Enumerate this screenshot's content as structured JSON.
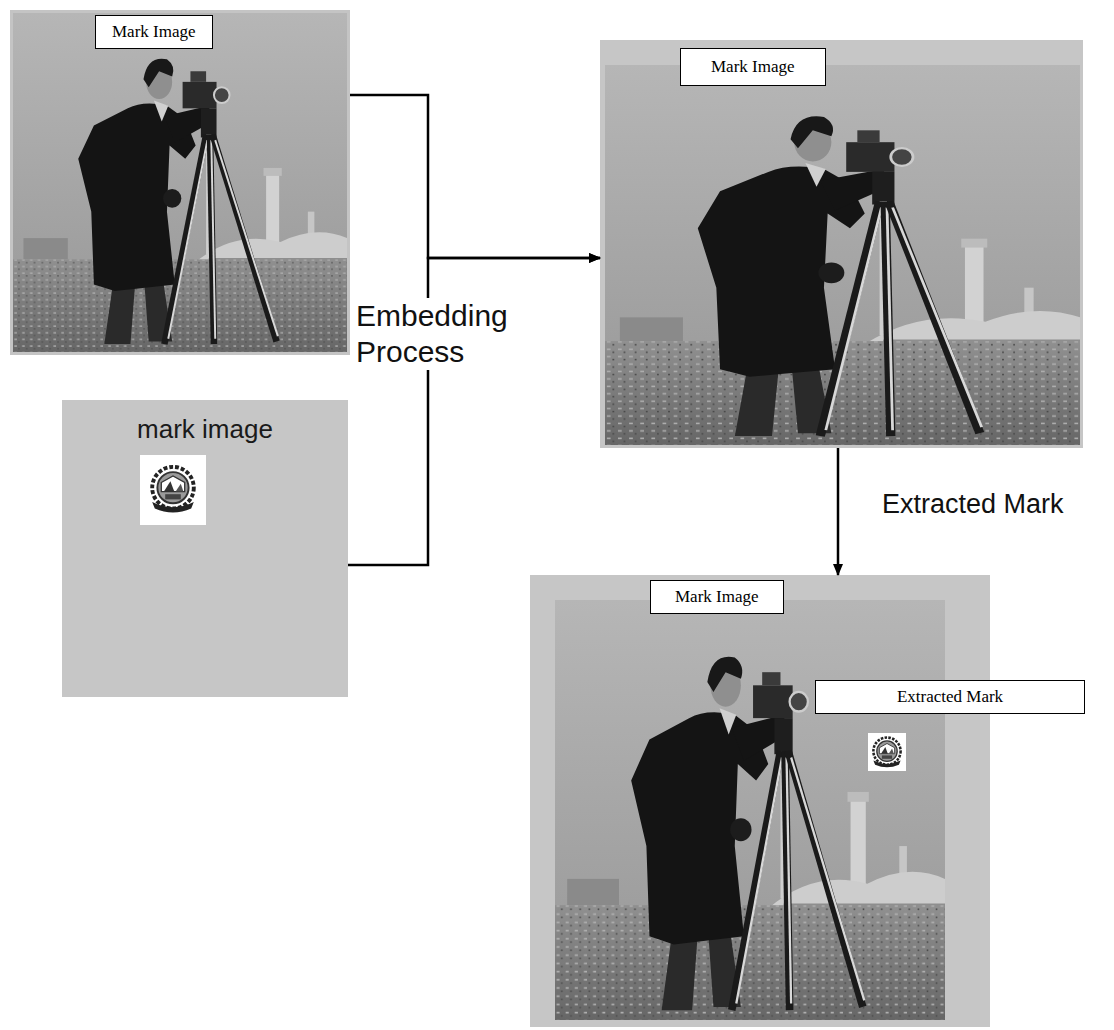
{
  "diagram": {
    "nodes": [
      {
        "text": [
          "Mark Image"
        ]
      },
      {
        "text": [
          "mark image"
        ]
      },
      {
        "text": [
          "Mark Image"
        ]
      },
      {
        "text": [
          "Mark Image"
        ]
      },
      {
        "text": [
          "Extracted Mark"
        ],
        "in": 3
      }
    ],
    "edges": [
      {
        "from": 0,
        "to": 2,
        "arrow": "to",
        "label": "Embedding Process"
      },
      {
        "from": 1,
        "to": 2,
        "arrow": "to"
      },
      {
        "from": 2,
        "to": 3,
        "arrow": "to",
        "label": "Extracted Mark"
      }
    ]
  }
}
